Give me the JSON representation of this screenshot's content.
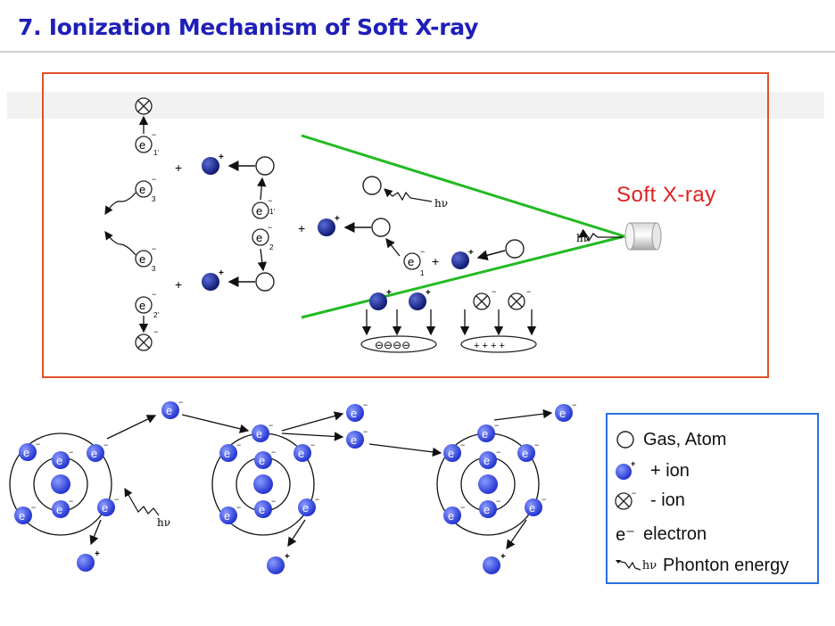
{
  "header": {
    "title": "7. Ionization Mechanism of Soft X-ray"
  },
  "source": {
    "label": "Soft X-ray"
  },
  "diagram": {
    "hv": "hν",
    "electron": "e",
    "minus": "−",
    "plus": "+",
    "subscripts": {
      "s1p": "1'",
      "s1": "1",
      "s2": "2",
      "s3": "3",
      "s2p": "2'"
    },
    "plate_neg": "⊖⊖⊖⊖",
    "plate_pos": "+ + + +"
  },
  "legend": {
    "items": [
      {
        "icon": "gas-atom-icon",
        "label": "Gas,  Atom"
      },
      {
        "icon": "positive-ion-icon",
        "label": "+ ion"
      },
      {
        "icon": "negative-ion-icon",
        "label": "- ion"
      },
      {
        "icon": "electron-icon",
        "label": "electron",
        "symbol": "e⁻"
      },
      {
        "icon": "photon-icon",
        "label": "Phonton  energy",
        "symbol": "hν"
      }
    ]
  },
  "colors": {
    "title": "#1f1fb8",
    "frame": "#e0502a",
    "beam": "#22bb22",
    "ion": "#1a237e",
    "electron": "#3b4fe0",
    "legend_border": "#2a70e0",
    "source_label": "#e02020"
  }
}
